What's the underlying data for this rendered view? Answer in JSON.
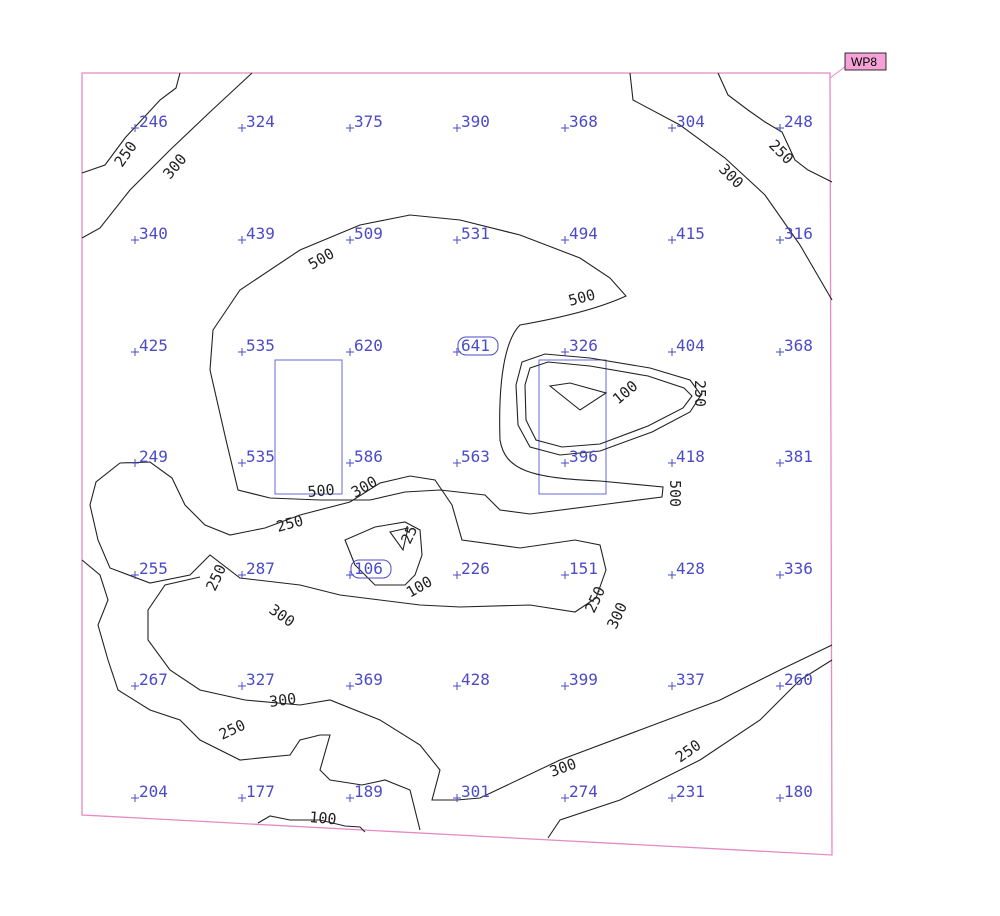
{
  "tag": {
    "label": "WP8"
  },
  "colors": {
    "values": "#4b4bc8",
    "border": "#e58ac4",
    "contour": "#222222",
    "tag_fill": "#f5a3d6"
  },
  "grid_values": [
    [
      "246",
      "324",
      "375",
      "390",
      "368",
      "304",
      "248"
    ],
    [
      "340",
      "439",
      "509",
      "531",
      "494",
      "415",
      "316"
    ],
    [
      "425",
      "535",
      "620",
      "641",
      "326",
      "404",
      "368"
    ],
    [
      "249",
      "535",
      "586",
      "563",
      "396",
      "418",
      "381"
    ],
    [
      "255",
      "287",
      "106",
      "226",
      "151",
      "428",
      "336"
    ],
    [
      "267",
      "327",
      "369",
      "428",
      "399",
      "337",
      "260"
    ],
    [
      "204",
      "177",
      "189",
      "301",
      "274",
      "231",
      "180"
    ]
  ],
  "max_value": "641",
  "min_value": "106",
  "contour_labels": [
    "250",
    "300",
    "300",
    "250",
    "500",
    "500",
    "100",
    "250",
    "500",
    "300",
    "500",
    "250",
    "25",
    "250",
    "100",
    "300",
    "250",
    "300",
    "300",
    "250",
    "300",
    "250",
    "100"
  ]
}
